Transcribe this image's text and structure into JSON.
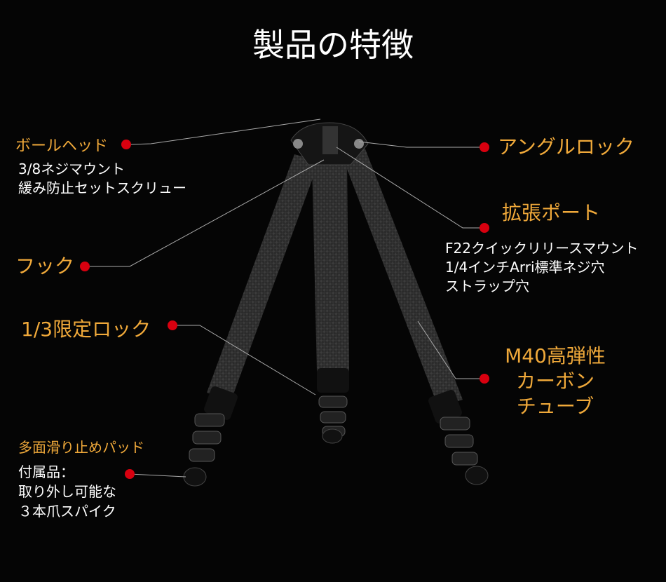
{
  "title": "製品の特徴",
  "accent": "#f0a93a",
  "dot_color": "#d8000f",
  "features": {
    "ballhead": {
      "label": "ボールヘッド",
      "desc": [
        "3/8ネジマウント",
        "緩み防止セットスクリュー"
      ]
    },
    "angle_lock": {
      "label": "アングルロック"
    },
    "port": {
      "label": "拡張ポート",
      "desc": [
        "F22クイックリリースマウント",
        "1/4インチArri標準ネジ穴",
        "ストラップ穴"
      ]
    },
    "hook": {
      "label": "フック"
    },
    "limit_lock": {
      "label": "1/3限定ロック"
    },
    "tube": {
      "label": [
        "M40高弾性",
        "カーボン",
        "チューブ"
      ]
    },
    "pad": {
      "label": "多面滑り止めパッド",
      "desc": [
        "付属品：",
        "取り外し可能な",
        "３本爪スパイク"
      ]
    }
  }
}
